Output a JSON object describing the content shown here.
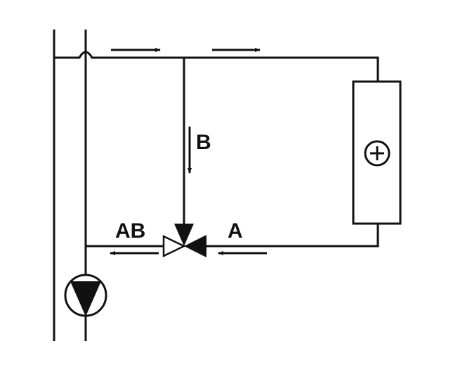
{
  "labels": {
    "port_b": "B",
    "port_ab": "AB",
    "port_a": "A"
  },
  "colors": {
    "line": "#111111",
    "background": "#ffffff"
  },
  "components": {
    "valve": "three-way-mixing-valve",
    "pump": "circulation-pump",
    "consumer": "heat-consumer-plus"
  }
}
